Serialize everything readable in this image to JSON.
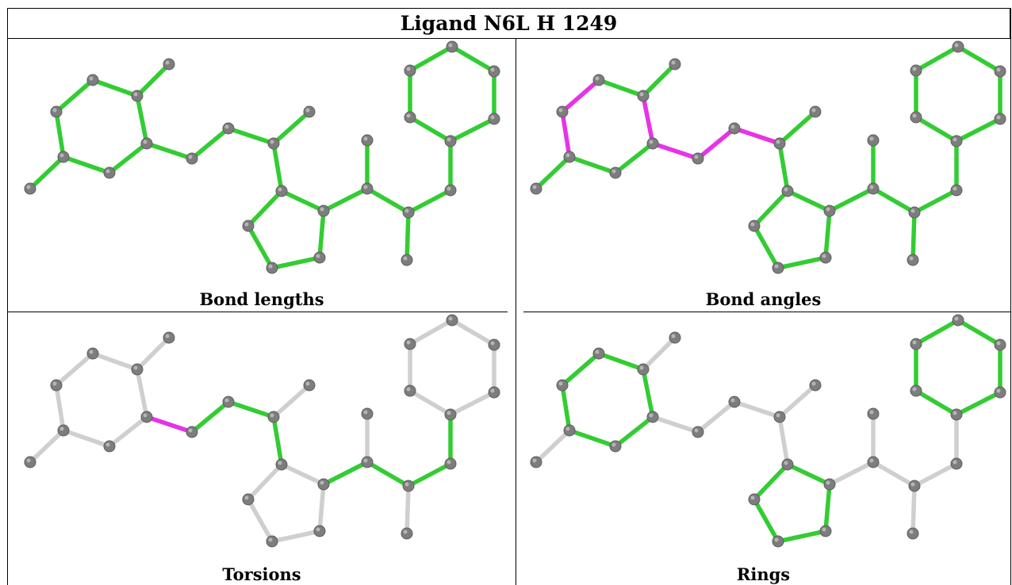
{
  "title": "Ligand N6L H 1249",
  "colors": {
    "green": "#33cc33",
    "magenta": "#e633e6",
    "grey": "#cfcfcf",
    "atom": "#7d7d7d"
  },
  "panels": [
    {
      "caption": "Bond lengths"
    },
    {
      "caption": "Bond angles"
    },
    {
      "caption": "Torsions"
    },
    {
      "caption": "Rings"
    }
  ]
}
